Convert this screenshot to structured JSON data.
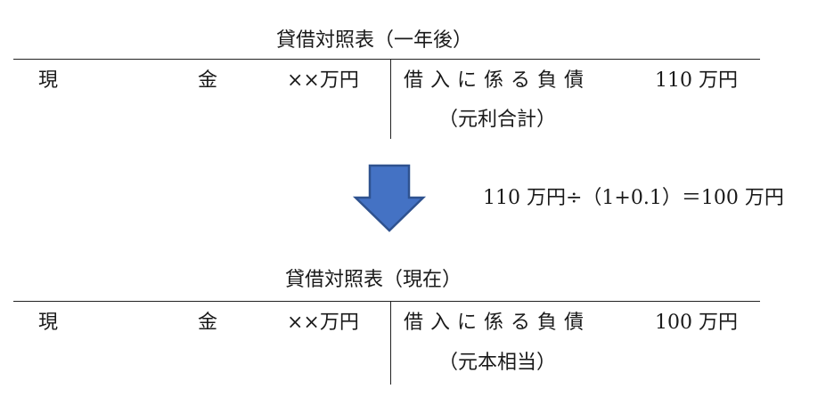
{
  "before": {
    "title": "貸借対照表（一年後）",
    "left_item_1": "現",
    "left_item_2": "金",
    "left_amount": "××万円",
    "right_item": "借入に係る負債",
    "right_amount": "110 万円",
    "right_note": "（元利合計）"
  },
  "calculation": "110 万円÷（1+0.1）＝100 万円",
  "after": {
    "title": "貸借対照表（現在）",
    "left_item_1": "現",
    "left_item_2": "金",
    "left_amount": "××万円",
    "right_item": "借入に係る負債",
    "right_amount": "100 万円",
    "right_note": "（元本相当）"
  },
  "colors": {
    "arrow_fill": "#4472C4",
    "arrow_stroke": "#2F528F",
    "rule": "#222222"
  }
}
